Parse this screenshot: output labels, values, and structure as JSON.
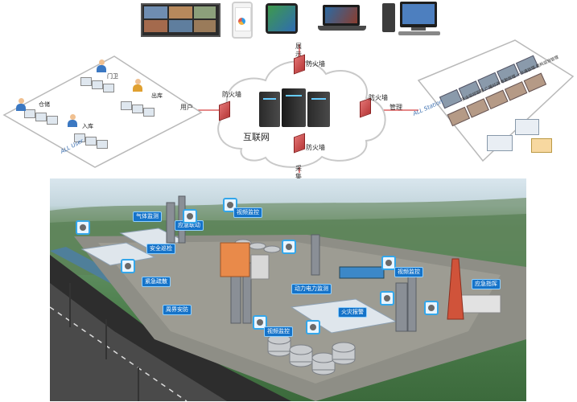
{
  "center": {
    "cloud_label": "互联网",
    "firewall_label": "防火墙",
    "top_link": "展示",
    "left_link": "用户",
    "right_link": "管理",
    "bottom_link": "采集"
  },
  "left_panel": {
    "groups": [
      "门卫",
      "出库",
      "仓储",
      "入库"
    ],
    "caption": "ALL User"
  },
  "right_panel": {
    "server_captions": [
      "安全监控管理",
      "广播对讲",
      "考勤管理",
      "一卡通管理",
      "能耗监测管理"
    ],
    "caption": "ALL Station"
  },
  "scene": {
    "tags": [
      "气体监测",
      "安全巡检",
      "紧急疏散",
      "应急联动",
      "周界安防",
      "动力电力监测",
      "火灾报警",
      "应急指挥"
    ],
    "camera_tag": "视频监控"
  }
}
